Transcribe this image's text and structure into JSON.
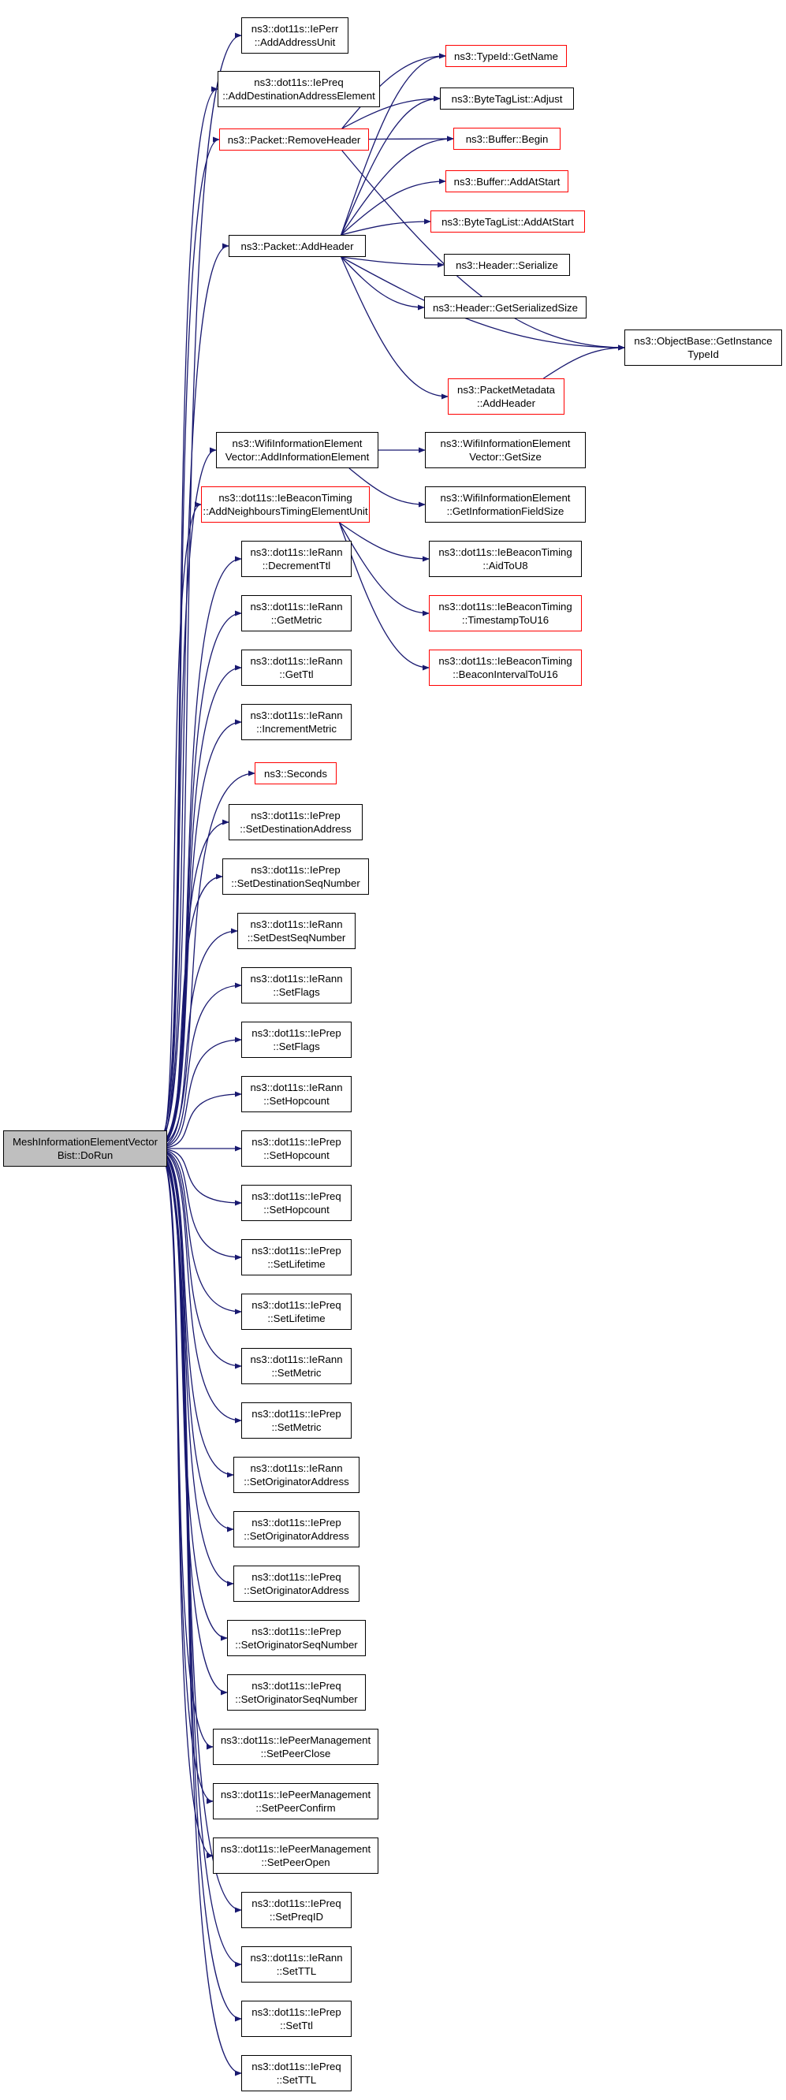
{
  "colors": {
    "edge": "#191970",
    "node_border": "#000000",
    "truncated_border": "#ff0000",
    "root_fill": "#bfbfbf"
  },
  "root": {
    "id": "root",
    "lines": [
      "MeshInformationElementVector",
      "Bist::DoRun"
    ]
  },
  "nodes": [
    {
      "id": "ieperr-addaddressunit",
      "lines": [
        "ns3::dot11s::IePerr",
        "::AddAddressUnit"
      ],
      "truncated": false
    },
    {
      "id": "iepreq-adddestinationaddresselement",
      "lines": [
        "ns3::dot11s::IePreq",
        "::AddDestinationAddressElement"
      ],
      "truncated": false
    },
    {
      "id": "packet-removeheader",
      "lines": [
        "ns3::Packet::RemoveHeader"
      ],
      "truncated": true
    },
    {
      "id": "packet-addheader",
      "lines": [
        "ns3::Packet::AddHeader"
      ],
      "truncated": false
    },
    {
      "id": "typeid-getname",
      "lines": [
        "ns3::TypeId::GetName"
      ],
      "truncated": true
    },
    {
      "id": "bytetaglist-adjust",
      "lines": [
        "ns3::ByteTagList::Adjust"
      ],
      "truncated": false
    },
    {
      "id": "buffer-begin",
      "lines": [
        "ns3::Buffer::Begin"
      ],
      "truncated": true
    },
    {
      "id": "buffer-addatstart",
      "lines": [
        "ns3::Buffer::AddAtStart"
      ],
      "truncated": true
    },
    {
      "id": "bytetaglist-addatstart",
      "lines": [
        "ns3::ByteTagList::AddAtStart"
      ],
      "truncated": true
    },
    {
      "id": "header-serialize",
      "lines": [
        "ns3::Header::Serialize"
      ],
      "truncated": false
    },
    {
      "id": "header-getserializedsize",
      "lines": [
        "ns3::Header::GetSerializedSize"
      ],
      "truncated": false
    },
    {
      "id": "objectbase-getinstancetypeid",
      "lines": [
        "ns3::ObjectBase::GetInstance",
        "TypeId"
      ],
      "truncated": false
    },
    {
      "id": "packetmetadata-addheader",
      "lines": [
        "ns3::PacketMetadata",
        "::AddHeader"
      ],
      "truncated": true
    },
    {
      "id": "wifiinformationelementvector-addinformationelement",
      "lines": [
        "ns3::WifiInformationElement",
        "Vector::AddInformationElement"
      ],
      "truncated": false
    },
    {
      "id": "wifiinformationelementvector-getsize",
      "lines": [
        "ns3::WifiInformationElement",
        "Vector::GetSize"
      ],
      "truncated": false
    },
    {
      "id": "wifiinformationelement-getinformationfieldsize",
      "lines": [
        "ns3::WifiInformationElement",
        "::GetInformationFieldSize"
      ],
      "truncated": false
    },
    {
      "id": "iebeacontiming-addneighbourstimingelementunit",
      "lines": [
        "ns3::dot11s::IeBeaconTiming",
        "::AddNeighboursTimingElementUnit"
      ],
      "truncated": true
    },
    {
      "id": "iebeacontiming-aidtou8",
      "lines": [
        "ns3::dot11s::IeBeaconTiming",
        "::AidToU8"
      ],
      "truncated": false
    },
    {
      "id": "iebeacontiming-timestamptou16",
      "lines": [
        "ns3::dot11s::IeBeaconTiming",
        "::TimestampToU16"
      ],
      "truncated": true
    },
    {
      "id": "iebeacontiming-beaconintervaltou16",
      "lines": [
        "ns3::dot11s::IeBeaconTiming",
        "::BeaconIntervalToU16"
      ],
      "truncated": true
    },
    {
      "id": "ierann-decrementttl",
      "lines": [
        "ns3::dot11s::IeRann",
        "::DecrementTtl"
      ],
      "truncated": false
    },
    {
      "id": "ierann-getmetric",
      "lines": [
        "ns3::dot11s::IeRann",
        "::GetMetric"
      ],
      "truncated": false
    },
    {
      "id": "ierann-getttl",
      "lines": [
        "ns3::dot11s::IeRann",
        "::GetTtl"
      ],
      "truncated": false
    },
    {
      "id": "ierann-incrementmetric",
      "lines": [
        "ns3::dot11s::IeRann",
        "::IncrementMetric"
      ],
      "truncated": false
    },
    {
      "id": "seconds",
      "lines": [
        "ns3::Seconds"
      ],
      "truncated": true
    },
    {
      "id": "ieprep-setdestinationaddress",
      "lines": [
        "ns3::dot11s::IePrep",
        "::SetDestinationAddress"
      ],
      "truncated": false
    },
    {
      "id": "ieprep-setdestinationseqnumber",
      "lines": [
        "ns3::dot11s::IePrep",
        "::SetDestinationSeqNumber"
      ],
      "truncated": false
    },
    {
      "id": "ierann-setdestseqnumber",
      "lines": [
        "ns3::dot11s::IeRann",
        "::SetDestSeqNumber"
      ],
      "truncated": false
    },
    {
      "id": "ierann-setflags",
      "lines": [
        "ns3::dot11s::IeRann",
        "::SetFlags"
      ],
      "truncated": false
    },
    {
      "id": "ieprep-setflags",
      "lines": [
        "ns3::dot11s::IePrep",
        "::SetFlags"
      ],
      "truncated": false
    },
    {
      "id": "ierann-sethopcount",
      "lines": [
        "ns3::dot11s::IeRann",
        "::SetHopcount"
      ],
      "truncated": false
    },
    {
      "id": "ieprep-sethopcount",
      "lines": [
        "ns3::dot11s::IePrep",
        "::SetHopcount"
      ],
      "truncated": false
    },
    {
      "id": "iepreq-sethopcount",
      "lines": [
        "ns3::dot11s::IePreq",
        "::SetHopcount"
      ],
      "truncated": false
    },
    {
      "id": "ieprep-setlifetime",
      "lines": [
        "ns3::dot11s::IePrep",
        "::SetLifetime"
      ],
      "truncated": false
    },
    {
      "id": "iepreq-setlifetime",
      "lines": [
        "ns3::dot11s::IePreq",
        "::SetLifetime"
      ],
      "truncated": false
    },
    {
      "id": "ierann-setmetric",
      "lines": [
        "ns3::dot11s::IeRann",
        "::SetMetric"
      ],
      "truncated": false
    },
    {
      "id": "ieprep-setmetric",
      "lines": [
        "ns3::dot11s::IePrep",
        "::SetMetric"
      ],
      "truncated": false
    },
    {
      "id": "ierann-setoriginatoraddress",
      "lines": [
        "ns3::dot11s::IeRann",
        "::SetOriginatorAddress"
      ],
      "truncated": false
    },
    {
      "id": "ieprep-setoriginatoraddress",
      "lines": [
        "ns3::dot11s::IePrep",
        "::SetOriginatorAddress"
      ],
      "truncated": false
    },
    {
      "id": "iepreq-setoriginatoraddress",
      "lines": [
        "ns3::dot11s::IePreq",
        "::SetOriginatorAddress"
      ],
      "truncated": false
    },
    {
      "id": "ieprep-setoriginatorseqnumber",
      "lines": [
        "ns3::dot11s::IePrep",
        "::SetOriginatorSeqNumber"
      ],
      "truncated": false
    },
    {
      "id": "iepreq-setoriginatorseqnumber",
      "lines": [
        "ns3::dot11s::IePreq",
        "::SetOriginatorSeqNumber"
      ],
      "truncated": false
    },
    {
      "id": "iepeermanagement-setpeerclose",
      "lines": [
        "ns3::dot11s::IePeerManagement",
        "::SetPeerClose"
      ],
      "truncated": false
    },
    {
      "id": "iepeermanagement-setpeerconfirm",
      "lines": [
        "ns3::dot11s::IePeerManagement",
        "::SetPeerConfirm"
      ],
      "truncated": false
    },
    {
      "id": "iepeermanagement-setpeeropen",
      "lines": [
        "ns3::dot11s::IePeerManagement",
        "::SetPeerOpen"
      ],
      "truncated": false
    },
    {
      "id": "iepreq-setpreqid",
      "lines": [
        "ns3::dot11s::IePreq",
        "::SetPreqID"
      ],
      "truncated": false
    },
    {
      "id": "ierann-setttl",
      "lines": [
        "ns3::dot11s::IeRann",
        "::SetTTL"
      ],
      "truncated": false
    },
    {
      "id": "ieprep-setttl",
      "lines": [
        "ns3::dot11s::IePrep",
        "::SetTtl"
      ],
      "truncated": false
    },
    {
      "id": "iepreq-setttl",
      "lines": [
        "ns3::dot11s::IePreq",
        "::SetTTL"
      ],
      "truncated": false
    }
  ],
  "edges": [
    [
      "root",
      "ieperr-addaddressunit"
    ],
    [
      "root",
      "iepreq-adddestinationaddresselement"
    ],
    [
      "root",
      "packet-removeheader"
    ],
    [
      "root",
      "packet-addheader"
    ],
    [
      "root",
      "wifiinformationelementvector-addinformationelement"
    ],
    [
      "root",
      "iebeacontiming-addneighbourstimingelementunit"
    ],
    [
      "root",
      "ierann-decrementttl"
    ],
    [
      "root",
      "ierann-getmetric"
    ],
    [
      "root",
      "ierann-getttl"
    ],
    [
      "root",
      "ierann-incrementmetric"
    ],
    [
      "root",
      "seconds"
    ],
    [
      "root",
      "ieprep-setdestinationaddress"
    ],
    [
      "root",
      "ieprep-setdestinationseqnumber"
    ],
    [
      "root",
      "ierann-setdestseqnumber"
    ],
    [
      "root",
      "ierann-setflags"
    ],
    [
      "root",
      "ieprep-setflags"
    ],
    [
      "root",
      "ierann-sethopcount"
    ],
    [
      "root",
      "ieprep-sethopcount"
    ],
    [
      "root",
      "iepreq-sethopcount"
    ],
    [
      "root",
      "ieprep-setlifetime"
    ],
    [
      "root",
      "iepreq-setlifetime"
    ],
    [
      "root",
      "ierann-setmetric"
    ],
    [
      "root",
      "ieprep-setmetric"
    ],
    [
      "root",
      "ierann-setoriginatoraddress"
    ],
    [
      "root",
      "ieprep-setoriginatoraddress"
    ],
    [
      "root",
      "iepreq-setoriginatoraddress"
    ],
    [
      "root",
      "ieprep-setoriginatorseqnumber"
    ],
    [
      "root",
      "iepreq-setoriginatorseqnumber"
    ],
    [
      "root",
      "iepeermanagement-setpeerclose"
    ],
    [
      "root",
      "iepeermanagement-setpeerconfirm"
    ],
    [
      "root",
      "iepeermanagement-setpeeropen"
    ],
    [
      "root",
      "iepreq-setpreqid"
    ],
    [
      "root",
      "ierann-setttl"
    ],
    [
      "root",
      "ieprep-setttl"
    ],
    [
      "root",
      "iepreq-setttl"
    ],
    [
      "packet-removeheader",
      "typeid-getname"
    ],
    [
      "packet-removeheader",
      "bytetaglist-adjust"
    ],
    [
      "packet-removeheader",
      "buffer-begin"
    ],
    [
      "packet-removeheader",
      "objectbase-getinstancetypeid"
    ],
    [
      "packet-addheader",
      "typeid-getname"
    ],
    [
      "packet-addheader",
      "bytetaglist-adjust"
    ],
    [
      "packet-addheader",
      "buffer-begin"
    ],
    [
      "packet-addheader",
      "buffer-addatstart"
    ],
    [
      "packet-addheader",
      "bytetaglist-addatstart"
    ],
    [
      "packet-addheader",
      "header-serialize"
    ],
    [
      "packet-addheader",
      "header-getserializedsize"
    ],
    [
      "packet-addheader",
      "objectbase-getinstancetypeid"
    ],
    [
      "packet-addheader",
      "packetmetadata-addheader"
    ],
    [
      "packetmetadata-addheader",
      "objectbase-getinstancetypeid"
    ],
    [
      "wifiinformationelementvector-addinformationelement",
      "wifiinformationelementvector-getsize"
    ],
    [
      "wifiinformationelementvector-addinformationelement",
      "wifiinformationelement-getinformationfieldsize"
    ],
    [
      "iebeacontiming-addneighbourstimingelementunit",
      "iebeacontiming-aidtou8"
    ],
    [
      "iebeacontiming-addneighbourstimingelementunit",
      "iebeacontiming-timestamptou16"
    ],
    [
      "iebeacontiming-addneighbourstimingelementunit",
      "iebeacontiming-beaconintervaltou16"
    ]
  ]
}
